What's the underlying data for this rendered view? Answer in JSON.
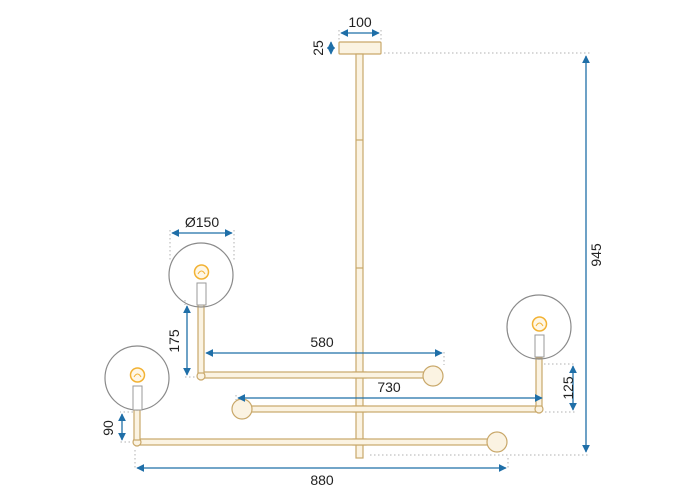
{
  "colors": {
    "dimension_line": "#1f6fa8",
    "brass_fill": "#fbf3e2",
    "brass_stroke": "#c9a86a",
    "globe_stroke": "#8a8a8a",
    "bulb": "#f2b233",
    "leader_dots": "#b0b0b0"
  },
  "dimensions": {
    "canopy_width": "100",
    "canopy_height": "25",
    "globe_diameter": "Ø150",
    "arm_left_upper_drop": "175",
    "arm_upper_length": "580",
    "arm_middle_length": "730",
    "arm_right_drop": "125",
    "arm_left_lower_drop": "90",
    "arm_lower_length": "880",
    "total_height": "945"
  },
  "icons": [
    "bulb-icon",
    "globe-shade-icon",
    "canopy-icon"
  ]
}
